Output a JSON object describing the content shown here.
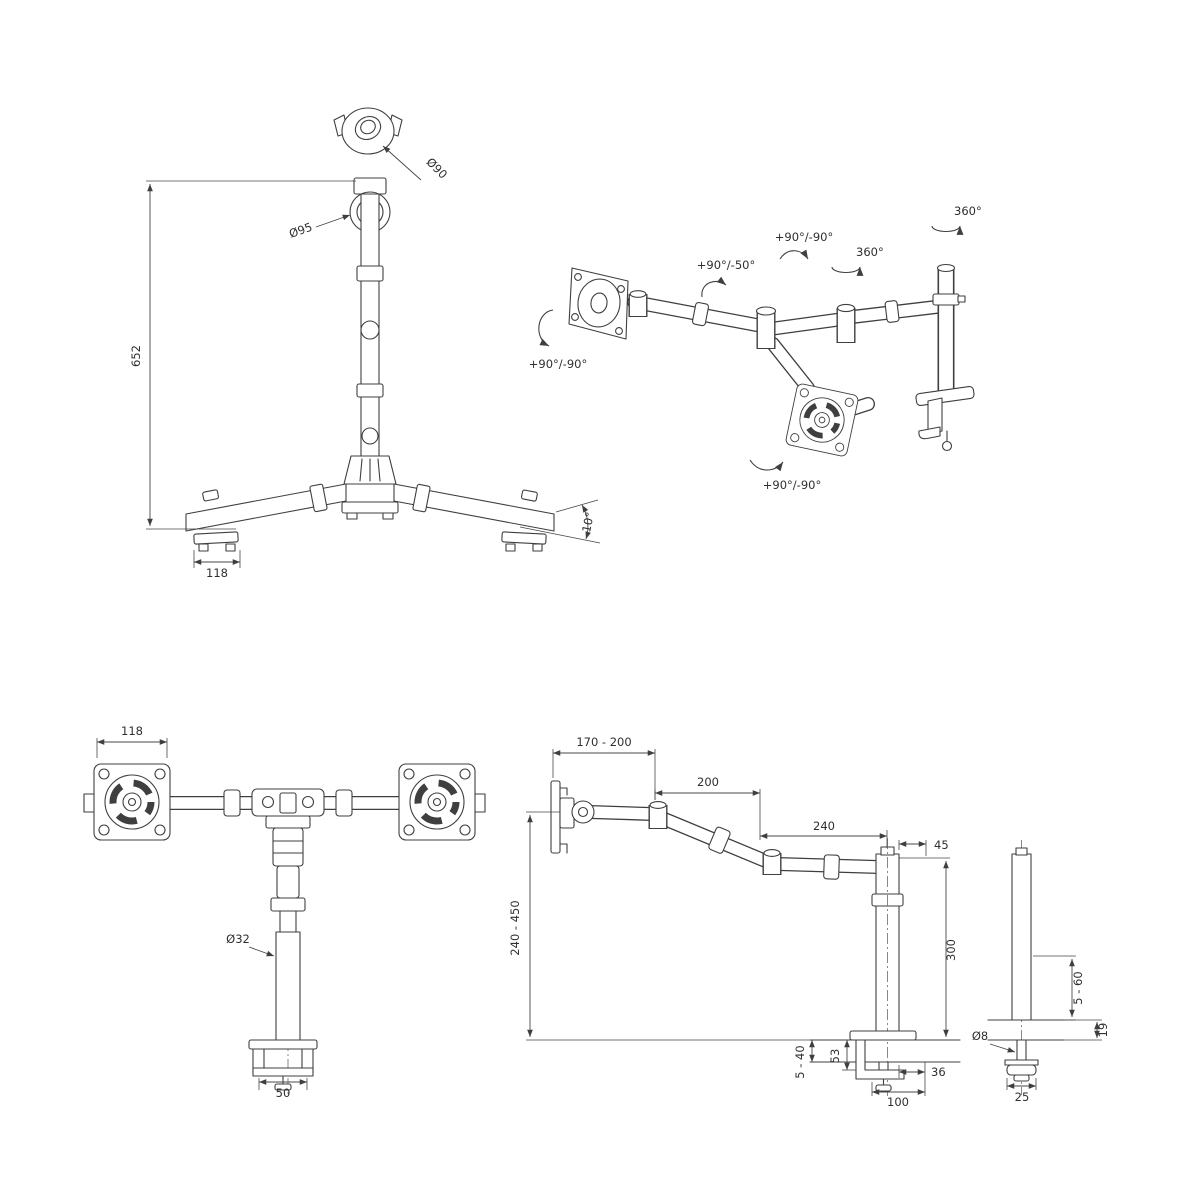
{
  "page": {
    "background": "#ffffff",
    "line_color": "#3f3f3f"
  },
  "views": {
    "stand": {
      "dim_height": "652",
      "dim_top_joint": "Ø90",
      "dim_pole_joint": "Ø95",
      "dim_leg_angle": "10°",
      "dim_foot": "118"
    },
    "iso": {
      "rot_head_left": "+90°/-90°",
      "rot_center_tilt": "+90°/-50°",
      "rot_center_pan": "+90°/-90°",
      "rot_collar": "360°",
      "rot_pole": "360°",
      "rot_head_bottom": "+90°/-90°"
    },
    "front": {
      "dim_vesa": "118",
      "dim_pole_dia": "Ø32",
      "dim_clamp": "50"
    },
    "side": {
      "dim_head_depth": "170 - 200",
      "dim_arm1": "200",
      "dim_arm2": "240",
      "dim_pole_offset": "45",
      "dim_height_range": "240 - 450",
      "dim_pole_height": "300",
      "dim_clamp_gap": "53",
      "dim_desk_thickness": "5 - 40",
      "dim_clamp_foot": "36",
      "dim_clamp_depth": "100"
    },
    "grommet": {
      "dim_desk_range": "5 - 60",
      "dim_plate_thickness": "19",
      "dim_bolt_dia": "Ø8",
      "dim_washer": "25"
    }
  }
}
